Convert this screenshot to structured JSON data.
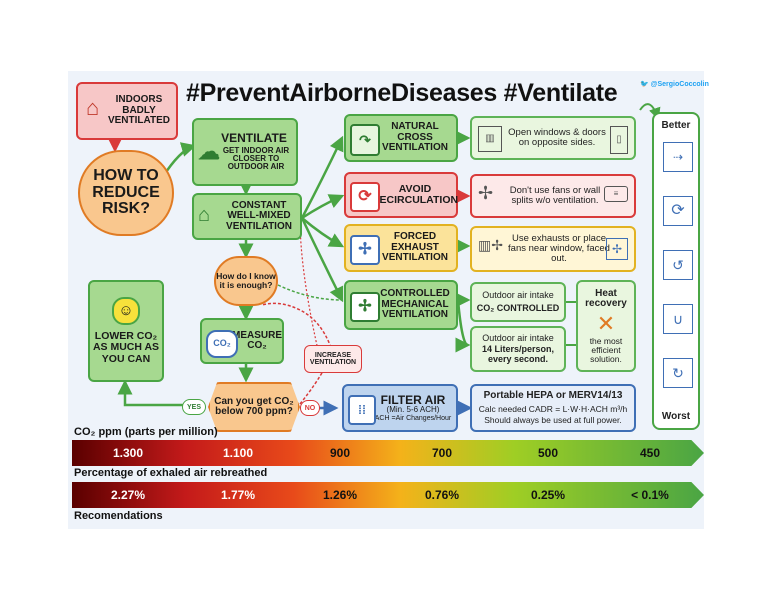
{
  "title": "#PreventAirborneDiseases #Ventilate",
  "twitter_handle": "@SergioCoccolin",
  "nodes": {
    "indoors": "INDOORS BADLY VENTILATED",
    "how": "HOW TO REDUCE RISK?",
    "ventilate_title": "VENTILATE",
    "ventilate_sub": "GET INDOOR AIR CLOSER TO OUTDOOR AIR",
    "constant": "CONSTANT WELL-MIXED VENTILATION",
    "howknow": "How do I know it is enough?",
    "measure": "MEASURE CO₂",
    "lower": "LOWER CO₂ AS MUCH AS YOU CAN",
    "canyou": "Can you get CO₂ below 700 ppm?",
    "yes": "YES",
    "no": "NO",
    "increase": "INCREASE VENTILATION",
    "cross": "NATURAL CROSS VENTILATION",
    "cross_desc": "Open windows & doors on opposite sides.",
    "avoid": "AVOID RECIRCULATION",
    "avoid_desc": "Don't use fans or wall splits w/o ventilation.",
    "forced": "FORCED EXHAUST VENTILATION",
    "forced_desc": "Use exhausts or place fans near window, faced out.",
    "controlled": "CONTROLLED MECHANICAL VENTILATION",
    "outdoor1_title": "Outdoor air intake",
    "outdoor1_strong": "CO₂ CONTROLLED",
    "outdoor2_title": "Outdoor air intake",
    "outdoor2_strong": "14 Liters/person, every second.",
    "heat_title": "Heat recovery",
    "heat_desc": "the most efficient solution.",
    "filter_title": "FILTER AIR",
    "filter_sub": "(Min. 5-6 ACH)",
    "filter_note": "ACH =Air Changes/Hour",
    "portable_title": "Portable HEPA or MERV14/13",
    "portable_line2": "Calc needed CADR = L·W·H·ACH m³/h",
    "portable_line3": "Should always be used at full power.",
    "better": "Better",
    "worst": "Worst"
  },
  "scale": {
    "co2_label": "CO₂ ppm (parts per million)",
    "co2_values": [
      "1.300",
      "1.100",
      "900",
      "700",
      "500",
      "450"
    ],
    "pct_label": "Percentage of exhaled air rebreathed",
    "pct_values": [
      "2.27%",
      "1.77%",
      "1.26%",
      "0.76%",
      "0.25%",
      "< 0.1%"
    ],
    "recom_label": "Recomendations"
  },
  "colors": {
    "green": "#4aa544",
    "red": "#d93a3a",
    "orange": "#e07b24",
    "yellow": "#e2b221",
    "blue": "#3f6fb5"
  }
}
